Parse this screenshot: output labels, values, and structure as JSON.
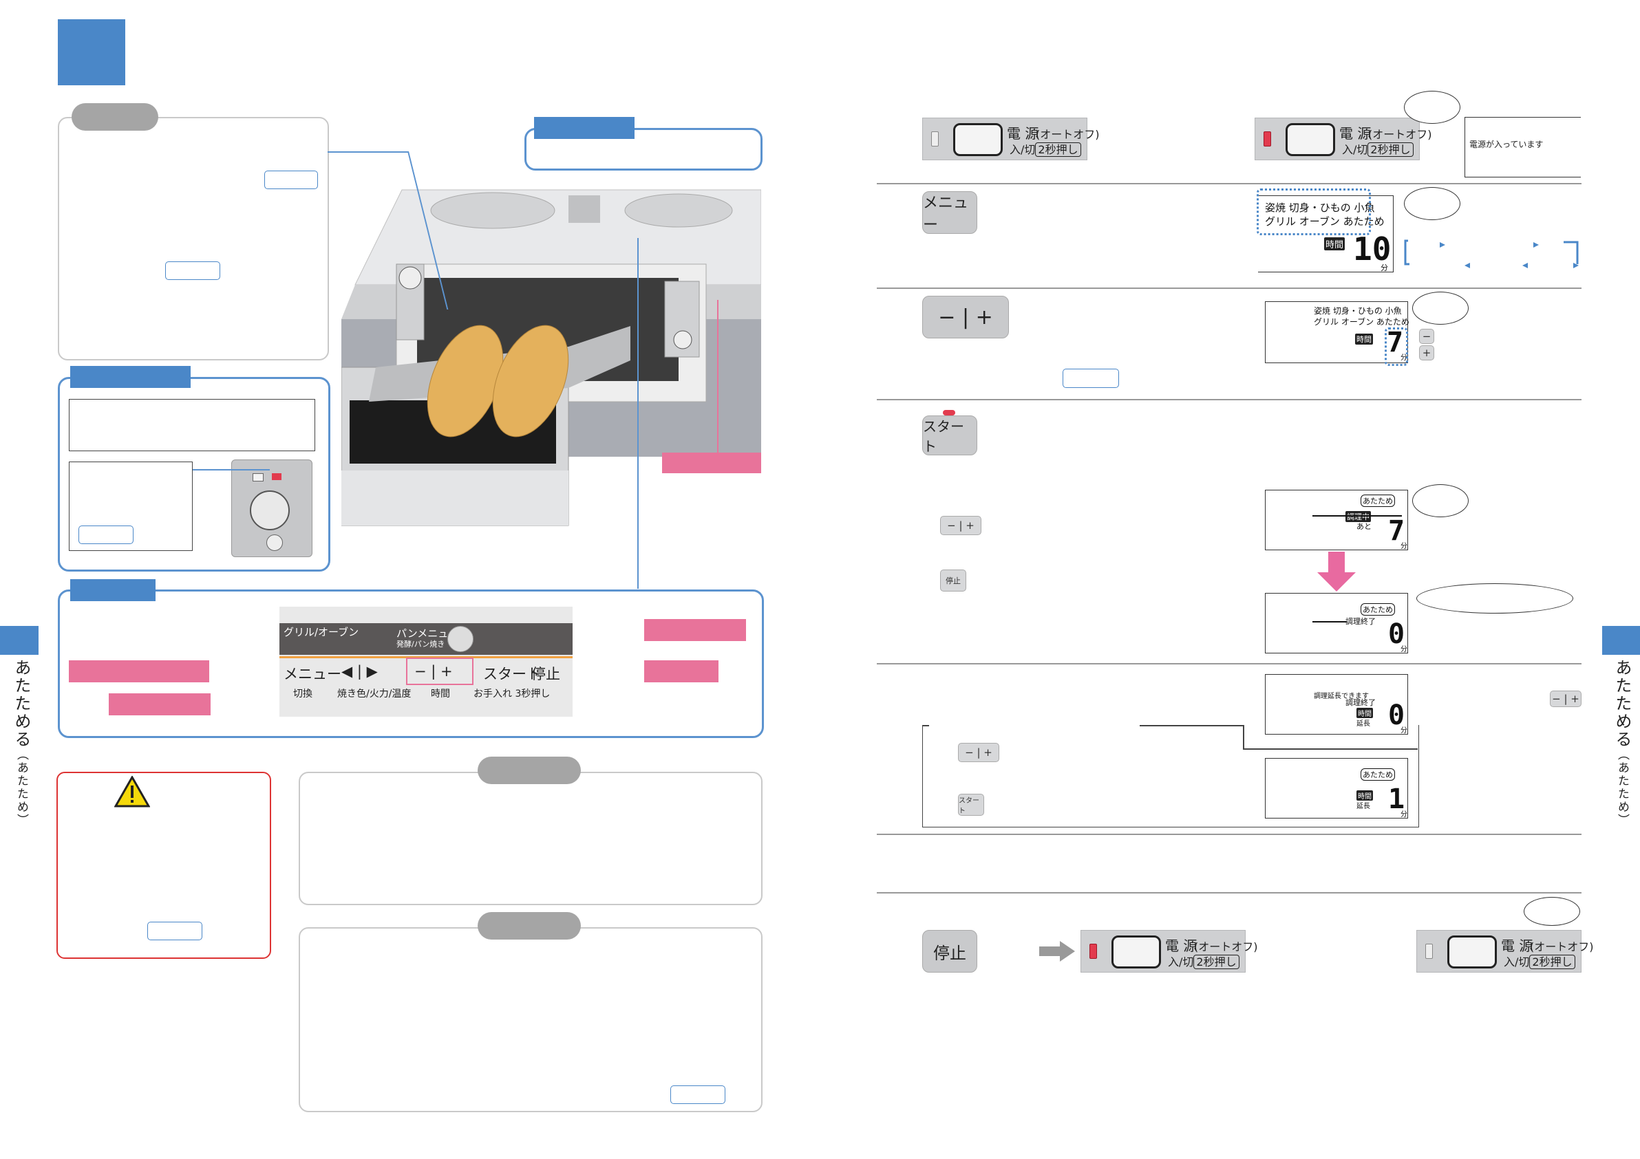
{
  "left_tab": {
    "title": "あたためる",
    "sub": "（あたため）"
  },
  "right_tab": {
    "title": "あたためる",
    "sub": "（あたため）"
  },
  "control_panel": {
    "mode_label": "グリル/オーブン",
    "bread_menu": "パンメニュー",
    "bread_sub": "発酵/パン焼き",
    "menu_key": "メニュー",
    "arrows": "◀ | ▶",
    "minus_plus": "− | +",
    "start_key": "スタート",
    "stop_key": "停止",
    "switch_label": "切換",
    "level_label": "焼き色/火力/温度",
    "time_label": "時間",
    "care_label": "お手入れ 3秒押し"
  },
  "power_panel": {
    "label": "電 源",
    "mode": "(オートオフ)",
    "onoff": "入/切",
    "hold": "2秒押し"
  },
  "power_on_note": "電源が入っています",
  "menu_lcd": {
    "line1": "姿焼 切身・ひもの 小魚",
    "line2": "グリル オーブン あたため",
    "time_tag": "時間",
    "value": "10",
    "unit": "分"
  },
  "set_lcd": {
    "line1": "姿焼 切身・ひもの 小魚",
    "line2": "グリル オーブン あたため",
    "time_tag": "時間",
    "value": "7",
    "unit": "分",
    "minus": "−",
    "plus": "+"
  },
  "cooking_lcd": {
    "menu": "あたため",
    "status": "調理中",
    "remain": "あと",
    "value": "7",
    "unit": "分"
  },
  "done_lcd": {
    "menu": "あたため",
    "status": "調理終了",
    "value": "0",
    "unit": "分"
  },
  "extend_lcd": {
    "msg": "調理延長できます",
    "status": "調理終了",
    "tag1": "時間",
    "tag2": "延長",
    "value": "0",
    "unit": "分"
  },
  "extend2_lcd": {
    "menu": "あたため",
    "tag1": "時間",
    "tag2": "延長",
    "value": "1",
    "unit": "分"
  },
  "keys": {
    "menu": "メニュー",
    "minus_plus": "− | +",
    "start": "スタート",
    "stop": "停止"
  },
  "warning_icon": "warning-triangle-icon",
  "arrow_icon": "right-arrow-icon"
}
